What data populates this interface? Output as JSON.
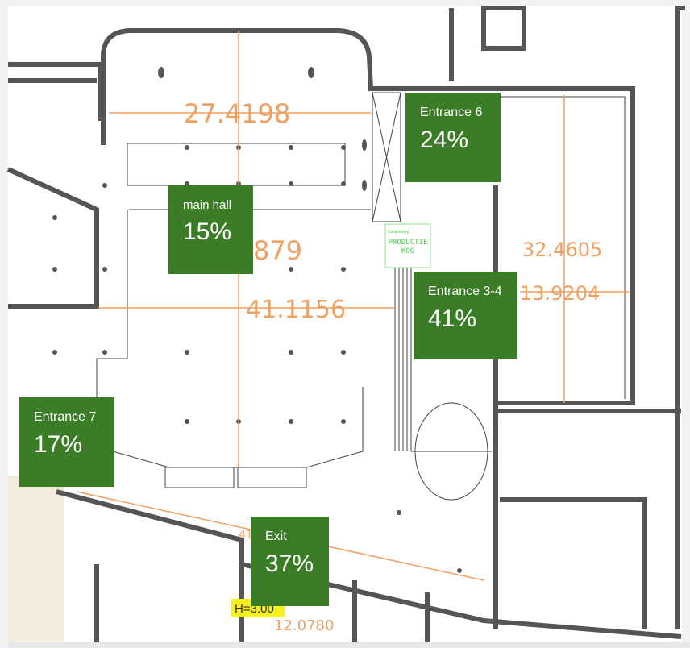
{
  "zones": [
    {
      "label": "Entrance 6",
      "percent": "24%"
    },
    {
      "label": "main hall",
      "percent": "15%"
    },
    {
      "label": "Entrance 3-4",
      "percent": "41%"
    },
    {
      "label": "Entrance 7",
      "percent": "17%"
    },
    {
      "label": "Exit",
      "percent": "37%"
    }
  ],
  "dimensions": {
    "d1": "27.4198",
    "d2": "879",
    "d3": "41.1156",
    "d4": "32.4605",
    "d5": "13.9204",
    "d6": "41",
    "d7": "12.0780",
    "height_tag": "H=3.00"
  },
  "room_tag": {
    "line1": "PRODUCTIE",
    "line2": "KOG",
    "small": "Kantineweg"
  },
  "colors": {
    "zone": "#3b7d27",
    "dimension": "#f0a060",
    "highlight": "#f5f020"
  }
}
